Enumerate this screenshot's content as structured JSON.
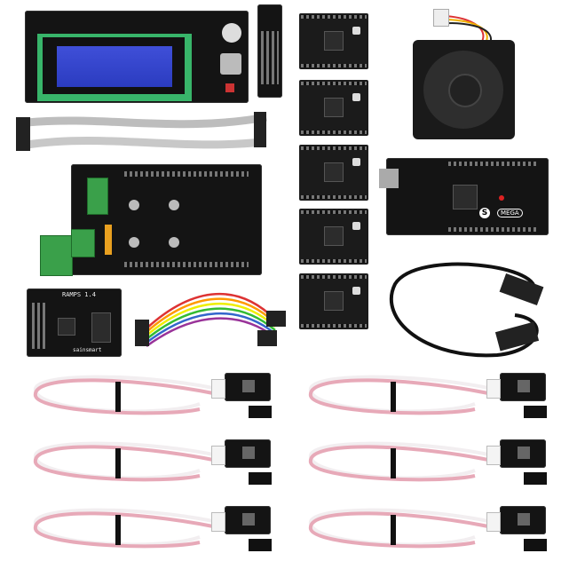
{
  "adapter_board": {
    "title": "RAMPS 1.4",
    "brand": "sainsmart"
  },
  "mega_board": {
    "label": "MEGA",
    "logo": "S"
  },
  "colors": {
    "lcd_screen": "#2b3cc0",
    "lcd_pcb": "#38b56a",
    "terminal": "#3aa04a",
    "cable": "#f2eef0",
    "cable_stripe": "#e7a9b8",
    "board": "#141414"
  },
  "items": [
    "lcd-controller",
    "ribbon-cables",
    "ramps-board",
    "stepper-drivers",
    "cooling-fan",
    "mega-board",
    "usb-cable",
    "jumper-wires",
    "endstop-switches"
  ]
}
